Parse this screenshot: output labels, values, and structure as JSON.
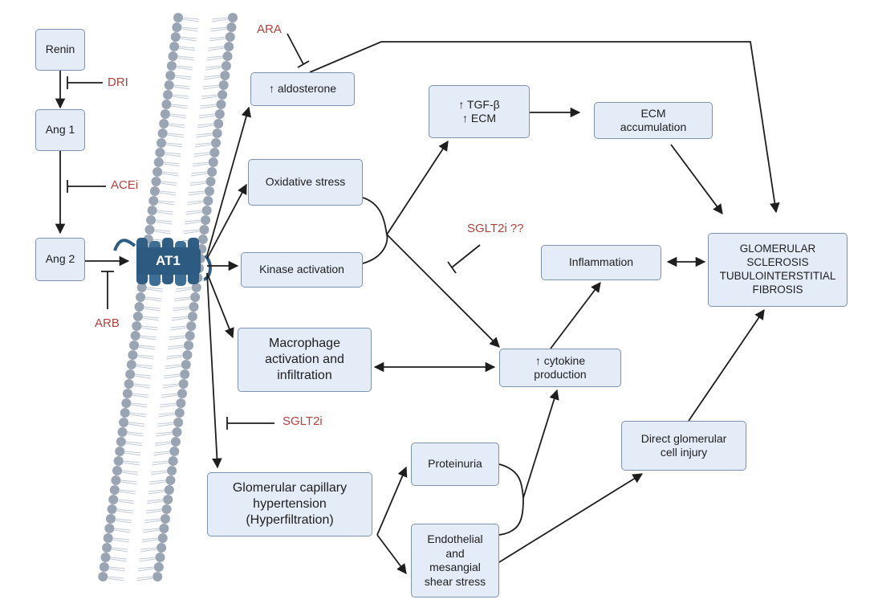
{
  "nodes": {
    "renin": "Renin",
    "ang1": "Ang 1",
    "ang2": "Ang 2",
    "aldosterone": "↑ aldosterone",
    "oxidative": "Oxidative stress",
    "kinase": "Kinase activation",
    "macrophage": "Macrophage\nactivation and\ninfiltration",
    "glomerular_htn": "Glomerular capillary\nhypertension\n(Hyperfiltration)",
    "tgf": "↑ TGF-β\n↑ ECM",
    "ecm": "ECM\naccumulation",
    "inflammation": "Inflammation",
    "cytokine": "↑ cytokine\nproduction",
    "proteinuria": "Proteinuria",
    "shear": "Endothelial\nand\nmesangial\nshear stress",
    "direct": "Direct glomerular\ncell injury",
    "outcome": "GLOMERULAR\nSCLEROSIS\nTUBULOINTERSTITIAL\nFIBROSIS"
  },
  "inhibitors": {
    "dri": "DRI",
    "acei": "ACEi",
    "arb": "ARB",
    "ara": "ARA",
    "sglt2i_q": "SGLT2i ??",
    "sglt2i": "SGLT2i"
  },
  "receptor": "AT1",
  "colors": {
    "node_fill": "#e4ecf8",
    "node_border": "#7e93ad",
    "inhibitor_text": "#b0413b",
    "membrane_head": "#9aa5b4",
    "receptor": "#2f5d84"
  }
}
